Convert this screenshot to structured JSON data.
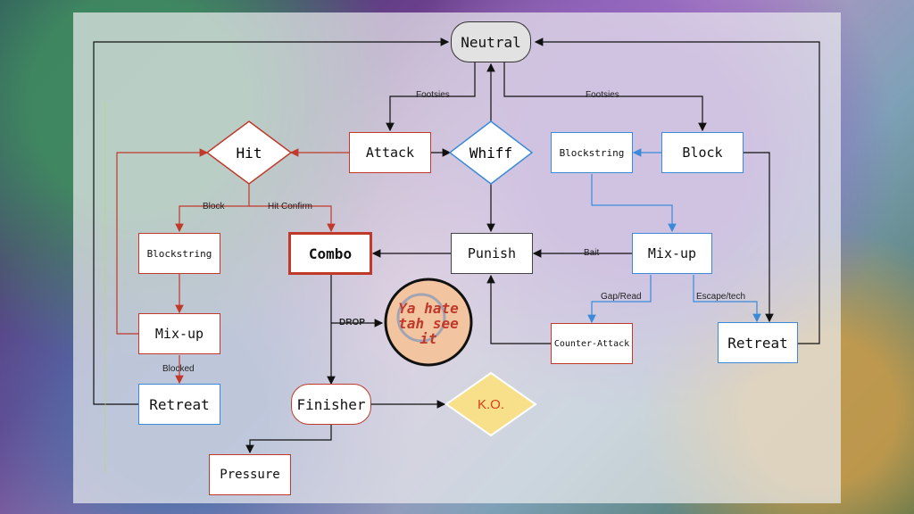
{
  "nodes": {
    "neutral": "Neutral",
    "attack": "Attack",
    "whiff": "Whiff",
    "hit": "Hit",
    "blockstring_left": "Blockstring",
    "combo": "Combo",
    "punish": "Punish",
    "mixup_right": "Mix-up",
    "blockstring_right": "Blockstring",
    "block": "Block",
    "mixup_left": "Mix-up",
    "retreat_left": "Retreat",
    "finisher": "Finisher",
    "ko": "K.O.",
    "pressure": "Pressure",
    "counter_attack": "Counter-Attack",
    "retreat_right": "Retreat"
  },
  "edge_labels": {
    "footsies_left": "Footsies",
    "footsies_right": "Footsies",
    "block": "Block",
    "hit_confirm": "Hit Confirm",
    "bait": "Bait",
    "gap_read": "Gap/Read",
    "escape_tech": "Escape/tech",
    "drop": "DROP",
    "blocked": "Blocked"
  },
  "sticker": {
    "text": "Ya hate tah see it"
  },
  "colors": {
    "red": "#c0392b",
    "blue": "#3b8ad9",
    "ko_fill": "#f8e08a",
    "ko_text": "#d9401f",
    "sticker_fill": "#f3c4a0"
  }
}
